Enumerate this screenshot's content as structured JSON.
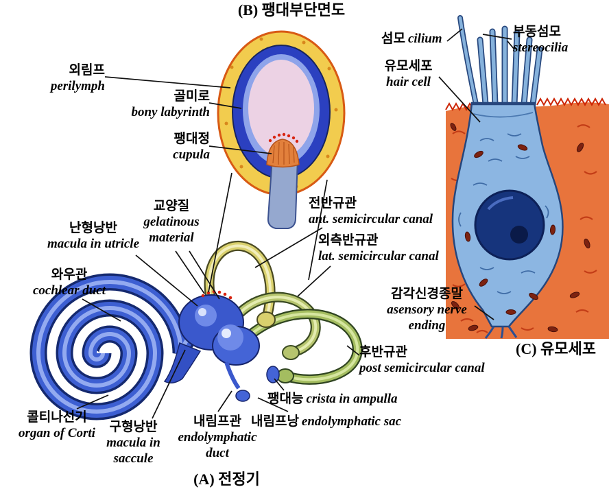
{
  "panels": {
    "a": {
      "title": "(A) 전정기"
    },
    "b": {
      "title": "(B) 팽대부단면도"
    },
    "c": {
      "title": "(C) 유모세포"
    }
  },
  "labels": {
    "perilymph": {
      "ko": "외림프",
      "en": "perilymph"
    },
    "bony_labyrinth": {
      "ko": "골미로",
      "en": "bony labyrinth"
    },
    "cupula": {
      "ko": "팽대정",
      "en": "cupula"
    },
    "cilium": {
      "ko": "섬모",
      "en": "cilium"
    },
    "stereocilia": {
      "ko": "부동섬모",
      "en": "stereocilia"
    },
    "hair_cell": {
      "ko": "유모세포",
      "en": "hair cell"
    },
    "gelatinous_material": {
      "ko": "교양질",
      "en": "gelatinous material"
    },
    "macula_in_utricle": {
      "ko": "난형낭반",
      "en": "macula in utricle"
    },
    "cochlear_duct": {
      "ko": "와우관",
      "en": "cochlear duct"
    },
    "ant_semicircular_canal": {
      "ko": "전반규관",
      "en": "ant. semicircular canal"
    },
    "lat_semicircular_canal": {
      "ko": "외측반규관",
      "en": "lat. semicircular canal"
    },
    "sensory_nerve_ending": {
      "ko": "감각신경종말",
      "en": "asensory nerve ending"
    },
    "post_semicircular_canal": {
      "ko": "후반규관",
      "en": "post semicircular canal"
    },
    "crista_in_ampulla": {
      "ko": "팽대능",
      "en": "crista in ampulla"
    },
    "organ_of_corti": {
      "ko": "콜티나선기",
      "en": "organ of Corti"
    },
    "macula_in_saccule": {
      "ko": "구형낭반",
      "en": "macula in saccule"
    },
    "endolymphatic_duct": {
      "ko": "내림프관",
      "en": "endolymphatic duct"
    },
    "endolymphatic_sac": {
      "ko": "내림프낭",
      "en": "endolymphatic sac"
    }
  },
  "colors": {
    "bony_labyrinth_yellow": "#f2cc4e",
    "membranous_blue": "#2b40c0",
    "perilymph_light_blue": "#8ea4ea",
    "endolymph_pink": "#ecd2e4",
    "cupula_orange": "#e2803c",
    "tissue_orange": "#e8743c",
    "cell_blue": "#8cb6e2",
    "nucleus_navy": "#16347c",
    "canal_yellow_green": "#d9d06d",
    "nerve_red": "#d82410"
  }
}
